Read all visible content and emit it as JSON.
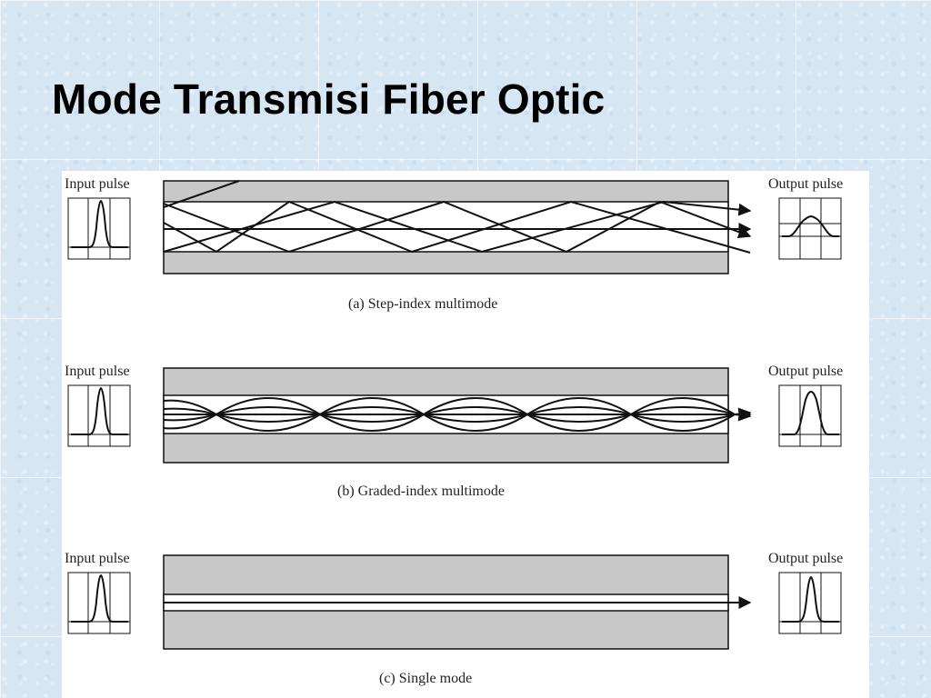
{
  "slide": {
    "title": "Mode Transmisi Fiber Optic"
  },
  "figure": {
    "panels": [
      {
        "id": "a",
        "input_label": "Input pulse",
        "output_label": "Output pulse",
        "caption": "(a) Step-index multimode"
      },
      {
        "id": "b",
        "input_label": "Input pulse",
        "output_label": "Output pulse",
        "caption": "(b) Graded-index multimode"
      },
      {
        "id": "c",
        "input_label": "Input pulse",
        "output_label": "Output pulse",
        "caption": "(c) Single mode"
      }
    ]
  },
  "colors": {
    "cladding": "#c8c8c8",
    "core": "#ffffff",
    "line": "#111111"
  }
}
